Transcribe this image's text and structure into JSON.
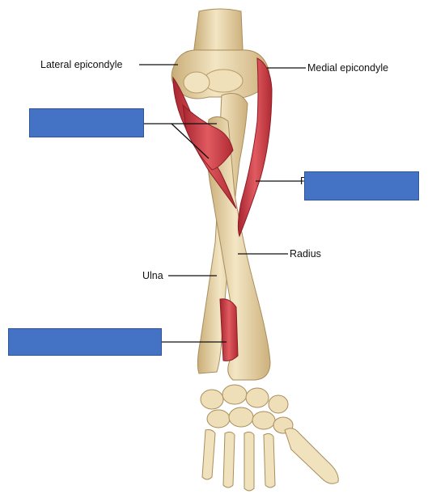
{
  "diagram": {
    "labels": {
      "lateral_epicondyle": "Lateral epicondyle",
      "medial_epicondyle": "Medial epicondyle",
      "radius": "Radius",
      "ulna": "Ulna",
      "partial_letter": "P"
    },
    "colors": {
      "bone": "#ecdcb4",
      "bone_shadow": "#c8ad7a",
      "muscle": "#c8323a",
      "muscle_light": "#e46a6a",
      "label_box": "#4472c4",
      "leader_line": "#111111"
    },
    "hidden_label_boxes": [
      {
        "id": "upper-left"
      },
      {
        "id": "right"
      },
      {
        "id": "lower-left"
      }
    ]
  }
}
